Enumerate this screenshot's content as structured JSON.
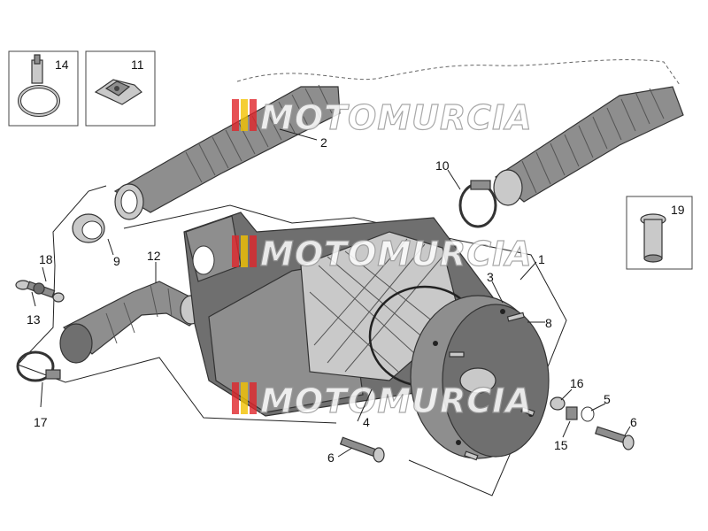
{
  "watermark": {
    "text": "MOTOMURCIA"
  },
  "callouts": {
    "p1": "1",
    "p2": "2",
    "p3": "3",
    "p4": "4",
    "p5": "5",
    "p6a": "6",
    "p6b": "6",
    "p8": "8",
    "p9": "9",
    "p10": "10",
    "p11": "11",
    "p12": "12",
    "p13": "13",
    "p14": "14",
    "p15": "15",
    "p16": "16",
    "p17": "17",
    "p18": "18",
    "p19": "19"
  },
  "colors": {
    "part": "#8e8e8e",
    "part_dark": "#6f6f6f",
    "part_light": "#c9c9c9",
    "outline": "#333333"
  }
}
